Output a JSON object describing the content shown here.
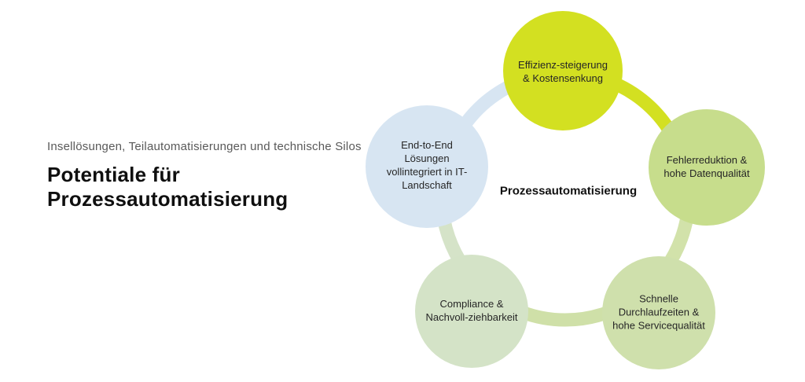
{
  "header": {
    "subtitle": "Insellösungen, Teilautomatisierungen und technische Silos",
    "title": "Potentiale für\nProzessautomatisierung"
  },
  "diagram": {
    "center_label": "Prozessautomatisierung",
    "nodes": [
      {
        "id": "effizienz",
        "label": "Effizienz-steigerung\n& Kostensenkung",
        "color": "#d3e021"
      },
      {
        "id": "fehlerreduktion",
        "label": "Fehlerreduktion &\nhohe Datenqualität",
        "color": "#c7dd8c"
      },
      {
        "id": "schnelle-durchlaufzeiten",
        "label": "Schnelle\nDurchlaufzeiten &\nhohe Servicequalität",
        "color": "#cfe0ac"
      },
      {
        "id": "compliance",
        "label": "Compliance &\nNachvoll-ziehbarkeit",
        "color": "#d4e3c7"
      },
      {
        "id": "end-to-end",
        "label": "End-to-End\nLösungen\nvollintegriert in IT-\nLandschaft",
        "color": "#d7e5f2"
      }
    ],
    "ring_segments": [
      {
        "from": "effizienz",
        "to": "fehlerreduktion",
        "color": "#d3e021"
      },
      {
        "from": "fehlerreduktion",
        "to": "schnelle-durchlaufzeiten",
        "color": "#d2e2aa"
      },
      {
        "from": "schnelle-durchlaufzeiten",
        "to": "compliance",
        "color": "#cfe0a8"
      },
      {
        "from": "compliance",
        "to": "end-to-end",
        "color": "#d5e3c8"
      },
      {
        "from": "end-to-end",
        "to": "effizienz",
        "color": "#d7e5f2"
      }
    ]
  },
  "colors": {
    "background": "#ffffff",
    "title_text": "#0f0f0f",
    "subtitle_text": "#595959",
    "node_text": "#262626",
    "center_label_text": "#111111"
  }
}
